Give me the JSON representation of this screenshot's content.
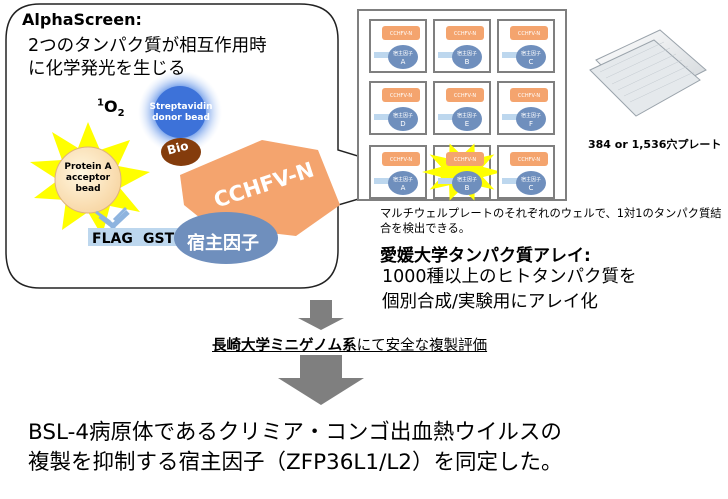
{
  "alphascreen": {
    "title": "AlphaScreen:",
    "line1": "2つのタンパク質が相互作用時",
    "line2": "に化学発光を生じる",
    "oxygen": {
      "sup": "1",
      "base": "O",
      "sub": "2"
    },
    "protein_bead": [
      "Protein A",
      "acceptor bead"
    ],
    "donor_bead": [
      "Streptavidin",
      "donor bead"
    ],
    "bio": "Bio",
    "cchfv": "CCHFV-N",
    "flag": "FLAG",
    "gst": "GST",
    "host_factor": "宿主因子"
  },
  "plate": {
    "well_top": "CCHFV-N",
    "well_bottom": "宿主因子",
    "well_letters": [
      "A",
      "B",
      "C",
      "D",
      "E",
      "F",
      "A",
      "B",
      "C"
    ],
    "photo_label": "384 or 1,536穴プレート"
  },
  "wells_caption": "マルチウェルプレートのそれぞれのウェルで、1対1のタンパク質結合を検出できる。",
  "ehime": {
    "title": "愛媛大学タンパク質アレイ:",
    "line1": "1000種以上のヒトタンパク質を",
    "line2": "個別合成/実験用にアレイ化"
  },
  "nagasaki": {
    "bold": "長崎大学ミニゲノム系",
    "rest": "にて安全な複製評価"
  },
  "conclusion": {
    "line1": "BSL-4病原体であるクリミア・コンゴ出血熱ウイルスの",
    "line2": "複製を抑制する宿主因子（ZFP36L1/L2）を同定した。"
  },
  "colors": {
    "arrow": "#7f7f7f",
    "orange": "#f4a46e",
    "blue_oval": "#6f8fbd",
    "yellow": "#ffff00",
    "bio_brown": "#843c0c"
  }
}
